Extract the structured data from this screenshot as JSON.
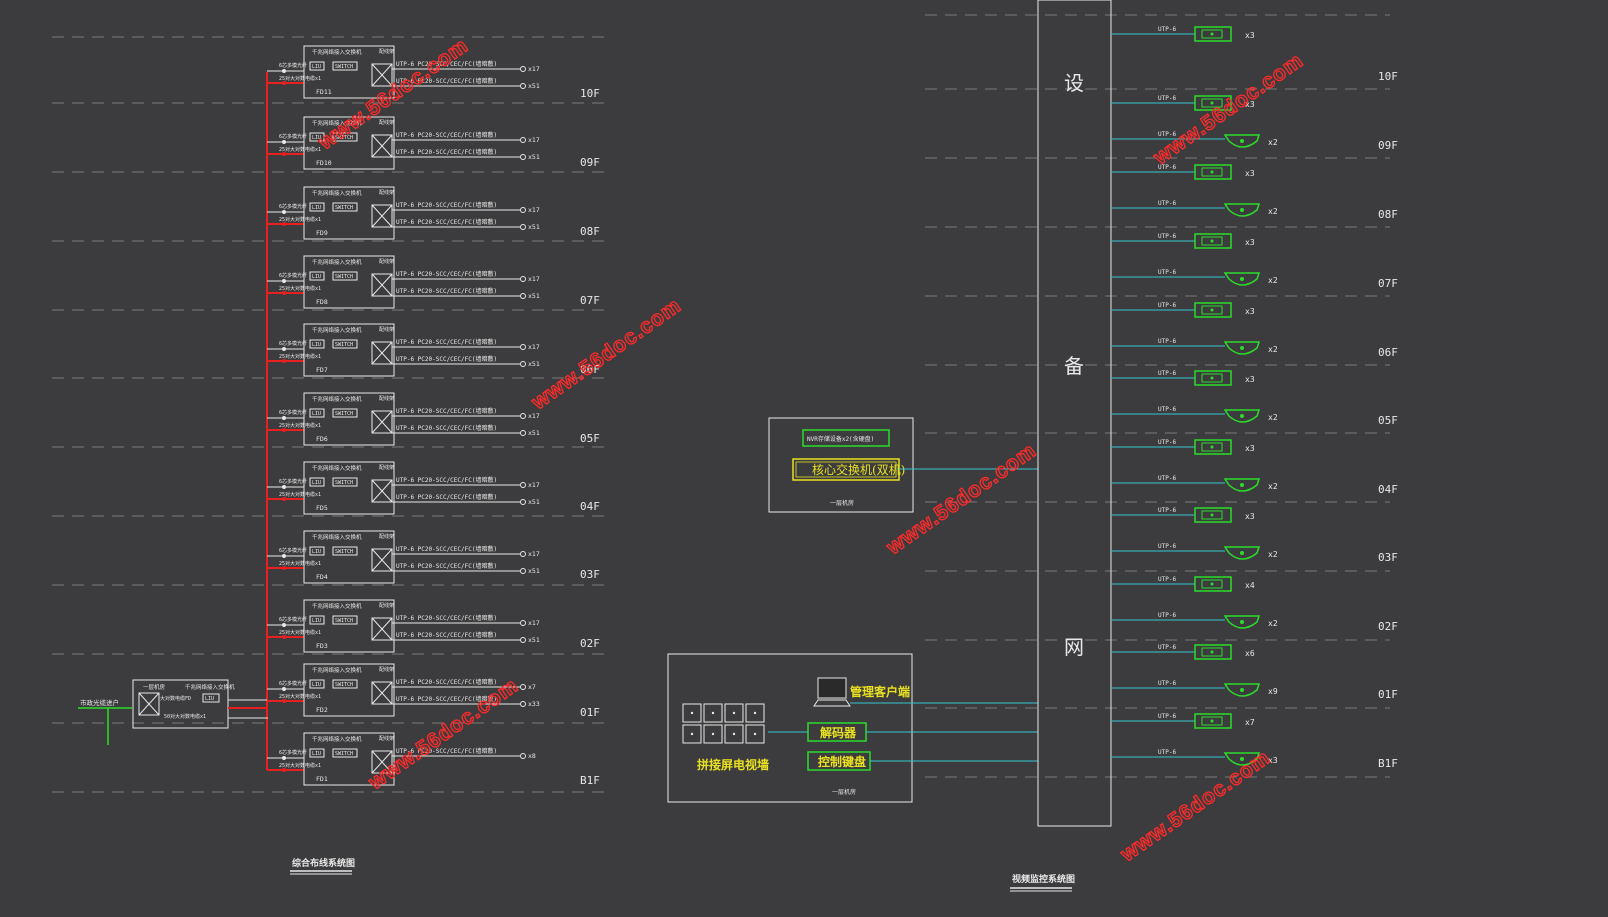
{
  "watermark": "www.56doc.com",
  "left": {
    "title": "综合布线系统图",
    "floors": [
      {
        "label": "10F",
        "fd": "FD11",
        "c1": "UTP-6  PC20-SCC/CEC/FC(墙暗敷)",
        "c2": "UTP-6  PC20-SCC/CEC/FC(墙暗敷)",
        "q1": "x17",
        "q2": "x51"
      },
      {
        "label": "09F",
        "fd": "FD10",
        "c1": "UTP-6  PC20-SCC/CEC/FC(墙暗敷)",
        "c2": "UTP-6  PC20-SCC/CEC/FC(墙暗敷)",
        "q1": "x17",
        "q2": "x51"
      },
      {
        "label": "08F",
        "fd": "FD9",
        "c1": "UTP-6  PC20-SCC/CEC/FC(墙暗敷)",
        "c2": "UTP-6  PC20-SCC/CEC/FC(墙暗敷)",
        "q1": "x17",
        "q2": "x51"
      },
      {
        "label": "07F",
        "fd": "FD8",
        "c1": "UTP-6  PC20-SCC/CEC/FC(墙暗敷)",
        "c2": "UTP-6  PC20-SCC/CEC/FC(墙暗敷)",
        "q1": "x17",
        "q2": "x51"
      },
      {
        "label": "06F",
        "fd": "FD7",
        "c1": "UTP-6  PC20-SCC/CEC/FC(墙暗敷)",
        "c2": "UTP-6  PC20-SCC/CEC/FC(墙暗敷)",
        "q1": "x17",
        "q2": "x51"
      },
      {
        "label": "05F",
        "fd": "FD6",
        "c1": "UTP-6  PC20-SCC/CEC/FC(墙暗敷)",
        "c2": "UTP-6  PC20-SCC/CEC/FC(墙暗敷)",
        "q1": "x17",
        "q2": "x51"
      },
      {
        "label": "04F",
        "fd": "FD5",
        "c1": "UTP-6  PC20-SCC/CEC/FC(墙暗敷)",
        "c2": "UTP-6  PC20-SCC/CEC/FC(墙暗敷)",
        "q1": "x17",
        "q2": "x51"
      },
      {
        "label": "03F",
        "fd": "FD4",
        "c1": "UTP-6  PC20-SCC/CEC/FC(墙暗敷)",
        "c2": "UTP-6  PC20-SCC/CEC/FC(墙暗敷)",
        "q1": "x17",
        "q2": "x51"
      },
      {
        "label": "02F",
        "fd": "FD3",
        "c1": "UTP-6  PC20-SCC/CEC/FC(墙暗敷)",
        "c2": "UTP-6  PC20-SCC/CEC/FC(墙暗敷)",
        "q1": "x17",
        "q2": "x51"
      },
      {
        "label": "01F",
        "fd": "FD2",
        "c1": "UTP-6  PC20-SCC/CEC/FC(墙暗敷)",
        "c2": "UTP-6  PC20-SCC/CEC/FC(墙暗敷)",
        "q1": "x7",
        "q2": "x33"
      },
      {
        "label": "B1F",
        "fd": "FD1",
        "c1": "UTP-6  PC20-SCC/CEC/FC(墙暗敷)",
        "c2": "",
        "q1": "x8",
        "q2": ""
      }
    ],
    "fd_box": {
      "hdr": "千兆网络接入交换机",
      "lu": "LIU",
      "sw": "SWITCH",
      "patch": "配线架",
      "s1": "6芯多模光纤",
      "s2": "25对大对数电缆x1"
    },
    "entry": "市政光缆进户",
    "bd_box": {
      "hdr1": "一层机房",
      "hdr2": "千兆网络接入交换机",
      "l1": "大对数电缆FD",
      "lu": "LIU",
      "l2": "50对大对数电缆x1"
    }
  },
  "middle": {
    "core_room": {
      "nvr": "NVR存储设备x2(含硬盘)",
      "core": "核心交换机(双机)",
      "caption": "一层机房"
    },
    "control_room": {
      "client": "管理客户端",
      "decoder": "解码器",
      "keyboard": "控制键盘",
      "wall": "拼接屏电视墙",
      "caption": "一层机房"
    }
  },
  "right": {
    "title": "视频监控系统图",
    "network": [
      "设",
      "备",
      "网"
    ],
    "cable": "UTP-6",
    "rows": [
      {
        "floor": "10F",
        "a": "x3",
        "b": ""
      },
      {
        "floor": "09F",
        "a": "x3",
        "b": "x2"
      },
      {
        "floor": "08F",
        "a": "x3",
        "b": "x2"
      },
      {
        "floor": "07F",
        "a": "x3",
        "b": "x2"
      },
      {
        "floor": "06F",
        "a": "x3",
        "b": "x2"
      },
      {
        "floor": "05F",
        "a": "x3",
        "b": "x2"
      },
      {
        "floor": "04F",
        "a": "x3",
        "b": "x2"
      },
      {
        "floor": "03F",
        "a": "x3",
        "b": "x2"
      },
      {
        "floor": "02F",
        "a": "x4",
        "b": "x2"
      },
      {
        "floor": "01F",
        "a": "x6",
        "b": "x9"
      },
      {
        "floor": "B1F",
        "a": "x7",
        "b": "x3"
      }
    ]
  },
  "colors": {
    "bg": "#3c3c3e",
    "line": "#e8e8e8",
    "red": "#e82020",
    "cyan": "#33c8d0",
    "green": "#2bdc2b",
    "yellow": "#e8e020",
    "dash": "#7a7a7a"
  }
}
